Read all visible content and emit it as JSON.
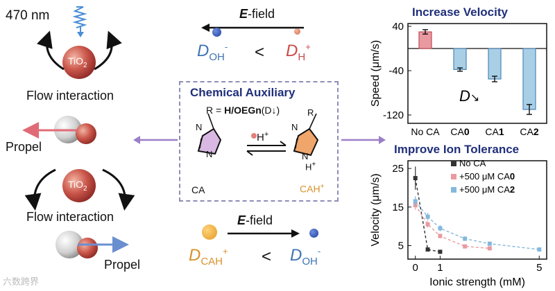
{
  "left": {
    "wavelength": "470 nm",
    "tio2": "TiO",
    "tio2_sub": "2",
    "flow_top": "Flow interaction",
    "propel_top": "Propel",
    "flow_bottom": "Flow interaction",
    "propel_bottom": "Propel"
  },
  "center_top": {
    "efield_letter": "E",
    "efield_rest": "-field",
    "d_left": "D",
    "d_left_sub": "OH",
    "d_left_sup": "-",
    "lt": "<",
    "d_right": "D",
    "d_right_sub": "H",
    "d_right_sup": "+"
  },
  "center_box": {
    "title": "Chemical Auxiliary",
    "formula_r": "R",
    "formula_eq": " = ",
    "formula_main": "H/OEGn",
    "formula_paren": "(D↓)",
    "proton": "H",
    "proton_sup": "+",
    "ca_label": "CA",
    "cah_label": "CAH",
    "cah_sup": "+",
    "n_atom": "N",
    "r_right": "R",
    "nh_plus": "H",
    "nh_plus_sup": "+"
  },
  "center_bottom": {
    "efield_letter": "E",
    "efield_rest": "-field",
    "d_left": "D",
    "d_left_sub": "CAH",
    "d_left_sup": "+",
    "lt": "<",
    "d_right": "D",
    "d_right_sub": "OH",
    "d_right_sup": "-"
  },
  "chart_top_title": "Increase Velocity",
  "chart_bottom_title": "Improve Ion Tolerance",
  "watermark": "六数跨界",
  "colors": {
    "navy": "#1f2f7a",
    "blue": "#3f74b4",
    "red": "#c94b4b",
    "orange": "#d8912b",
    "pink_bar": "#e99aa0",
    "lightblue_bar": "#a9cfe7",
    "purple_arrow": "#9a7fc7"
  },
  "chart_data": [
    {
      "type": "bar",
      "title": "Increase Velocity",
      "ylabel": "Speed (μm/s)",
      "categories": [
        "No CA",
        "CA0",
        "CA1",
        "CA2"
      ],
      "category_parts": [
        [
          "No CA",
          ""
        ],
        [
          "CA",
          "0"
        ],
        [
          "CA",
          "1"
        ],
        [
          "CA",
          "2"
        ]
      ],
      "values": [
        30,
        -38,
        -55,
        -110
      ],
      "errors": [
        4,
        3,
        5,
        9
      ],
      "colors": [
        "#e99aa0",
        "#a9cfe7",
        "#a9cfe7",
        "#a9cfe7"
      ],
      "ylim": [
        -135,
        45
      ],
      "yticks": [
        40,
        -40,
        -120
      ],
      "ytick_labels": [
        "40",
        "-40",
        "-120"
      ],
      "annotation": "D",
      "annotation_arrow": "↘"
    },
    {
      "type": "scatter",
      "title": "Improve Ion Tolerance",
      "xlabel": "Ionic strength (mM)",
      "ylabel": "Velocity (μm/s)",
      "xlim": [
        -0.3,
        5.3
      ],
      "ylim": [
        1.5,
        27
      ],
      "xticks": [
        0,
        1,
        5
      ],
      "yticks": [
        5,
        15,
        25
      ],
      "legend_position": "top-right",
      "series": [
        {
          "name": "No CA",
          "name_parts": [
            "No CA",
            ""
          ],
          "color": "#333333",
          "x": [
            0,
            0.5,
            1
          ],
          "y": [
            22.5,
            4,
            3.4
          ],
          "err": [
            3,
            0.4,
            0.3
          ]
        },
        {
          "name": "+500 μM CA0",
          "name_parts": [
            "+500 μM CA",
            "0"
          ],
          "color": "#e99aa0",
          "x": [
            0,
            0.5,
            1,
            2,
            3
          ],
          "y": [
            15.5,
            10.5,
            7.5,
            4.8,
            4.3
          ],
          "err": [
            1.2,
            0.8,
            0.6,
            0.5,
            0.4
          ]
        },
        {
          "name": "+500 μM CA2",
          "name_parts": [
            "+500 μM CA",
            "2"
          ],
          "color": "#84b8dc",
          "x": [
            0,
            0.5,
            1,
            2,
            3,
            5
          ],
          "y": [
            16.5,
            12.5,
            9.5,
            6.8,
            5.5,
            4.0
          ],
          "err": [
            1.3,
            1.0,
            0.8,
            0.6,
            0.5,
            0.4
          ]
        }
      ]
    }
  ]
}
